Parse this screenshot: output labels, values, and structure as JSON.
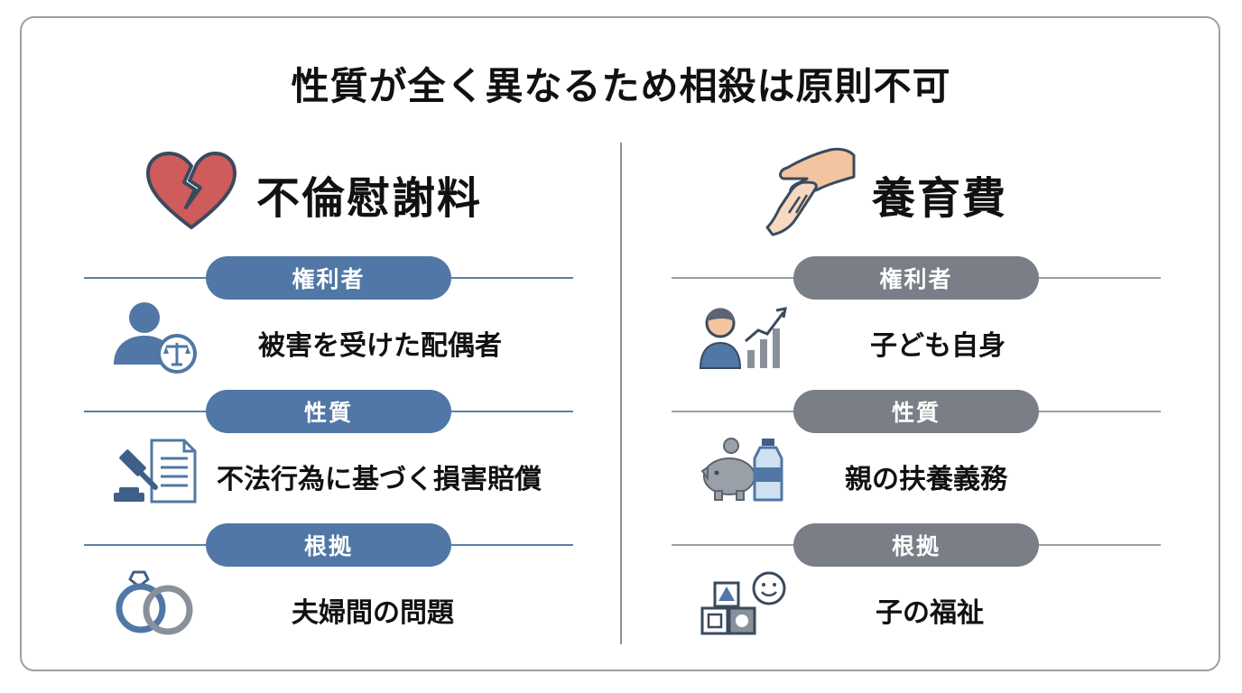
{
  "title": "性質が全く異なるため相殺は原則不可",
  "left": {
    "heading": "不倫慰謝料",
    "heading_icon": "broken-heart-icon",
    "accent": "#5077a5",
    "sections": [
      {
        "label": "権利者",
        "value": "被害を受けた配偶者",
        "icon": "person-with-scales-icon"
      },
      {
        "label": "性質",
        "value": "不法行為に基づく損害賠償",
        "icon": "gavel-document-icon"
      },
      {
        "label": "根拠",
        "value": "夫婦間の問題",
        "icon": "wedding-rings-icon"
      }
    ]
  },
  "right": {
    "heading": "養育費",
    "heading_icon": "adult-child-hands-icon",
    "accent": "#7a7f87",
    "sections": [
      {
        "label": "権利者",
        "value": "子ども自身",
        "icon": "child-growth-chart-icon"
      },
      {
        "label": "性質",
        "value": "親の扶養義務",
        "icon": "piggy-bank-bottle-icon"
      },
      {
        "label": "根拠",
        "value": "子の福祉",
        "icon": "toy-blocks-smile-icon"
      }
    ]
  }
}
